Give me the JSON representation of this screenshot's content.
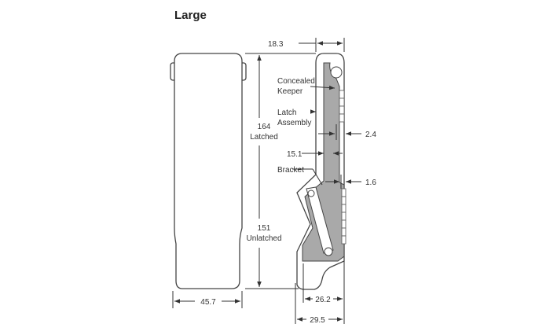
{
  "title": "Large",
  "labels": {
    "concealed_keeper": [
      "Concealed",
      "Keeper"
    ],
    "latch_assembly": [
      "Latch",
      "Assembly"
    ],
    "bracket": "Bracket"
  },
  "dimensions": {
    "top_width": "18.3",
    "height_latched": [
      "164",
      "Latched"
    ],
    "height_unlatched": [
      "151",
      "Unlatched"
    ],
    "dim_2_4": "2.4",
    "dim_15_1": "15.1",
    "dim_1_6": "1.6",
    "bottom_26_2": "26.2",
    "bottom_29_5": "29.5",
    "front_width": "45.7"
  }
}
